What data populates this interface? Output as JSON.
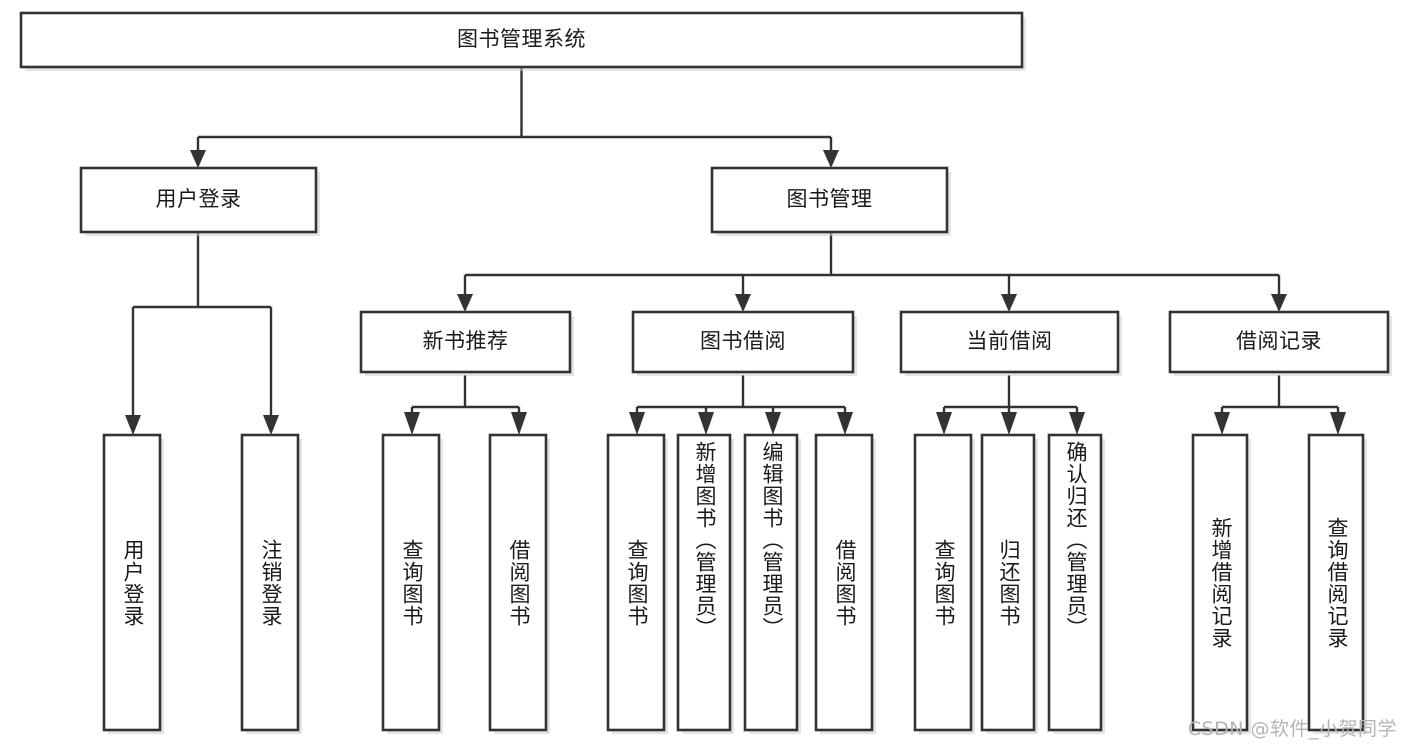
{
  "diagram": {
    "type": "tree-hierarchy-chart",
    "title": "图书管理系统",
    "watermark": "CSDN @软件_小贺同学",
    "colors": {
      "box_fill": "#ffffff",
      "box_stroke": "#333333",
      "text": "#1a1a1a",
      "background": "#ffffff",
      "watermark": "#b4b4b4"
    },
    "levels": [
      {
        "level": 1,
        "orientation": "horizontal",
        "nodes": [
          {
            "id": "root",
            "label": "图书管理系统"
          }
        ]
      },
      {
        "level": 2,
        "orientation": "horizontal",
        "nodes": [
          {
            "id": "login",
            "label": "用户登录",
            "parent": "root"
          },
          {
            "id": "bookmgmt",
            "label": "图书管理",
            "parent": "root"
          }
        ]
      },
      {
        "level": 3,
        "orientation": "horizontal",
        "nodes": [
          {
            "id": "newbook",
            "label": "新书推荐",
            "parent": "bookmgmt"
          },
          {
            "id": "borrow",
            "label": "图书借阅",
            "parent": "bookmgmt"
          },
          {
            "id": "current",
            "label": "当前借阅",
            "parent": "bookmgmt"
          },
          {
            "id": "record",
            "label": "借阅记录",
            "parent": "bookmgmt"
          }
        ]
      },
      {
        "level": 4,
        "orientation": "vertical",
        "nodes": [
          {
            "id": "leaf1",
            "label": "用户登录",
            "parent": "login"
          },
          {
            "id": "leaf2",
            "label": "注销登录",
            "parent": "login"
          },
          {
            "id": "leaf3",
            "label": "查询图书",
            "parent": "newbook"
          },
          {
            "id": "leaf4",
            "label": "借阅图书",
            "parent": "newbook"
          },
          {
            "id": "leaf5",
            "label": "查询图书",
            "parent": "borrow"
          },
          {
            "id": "leaf6",
            "label": "新增图书（管理员）",
            "parent": "borrow"
          },
          {
            "id": "leaf7",
            "label": "编辑图书（管理员）",
            "parent": "borrow"
          },
          {
            "id": "leaf8",
            "label": "借阅图书",
            "parent": "borrow"
          },
          {
            "id": "leaf9",
            "label": "查询图书",
            "parent": "current"
          },
          {
            "id": "leaf10",
            "label": "归还图书",
            "parent": "current"
          },
          {
            "id": "leaf11",
            "label": "确认归还（管理员）",
            "parent": "current"
          },
          {
            "id": "leaf12",
            "label": "新增借阅记录",
            "parent": "record"
          },
          {
            "id": "leaf13",
            "label": "查询借阅记录",
            "parent": "record"
          }
        ]
      }
    ]
  }
}
